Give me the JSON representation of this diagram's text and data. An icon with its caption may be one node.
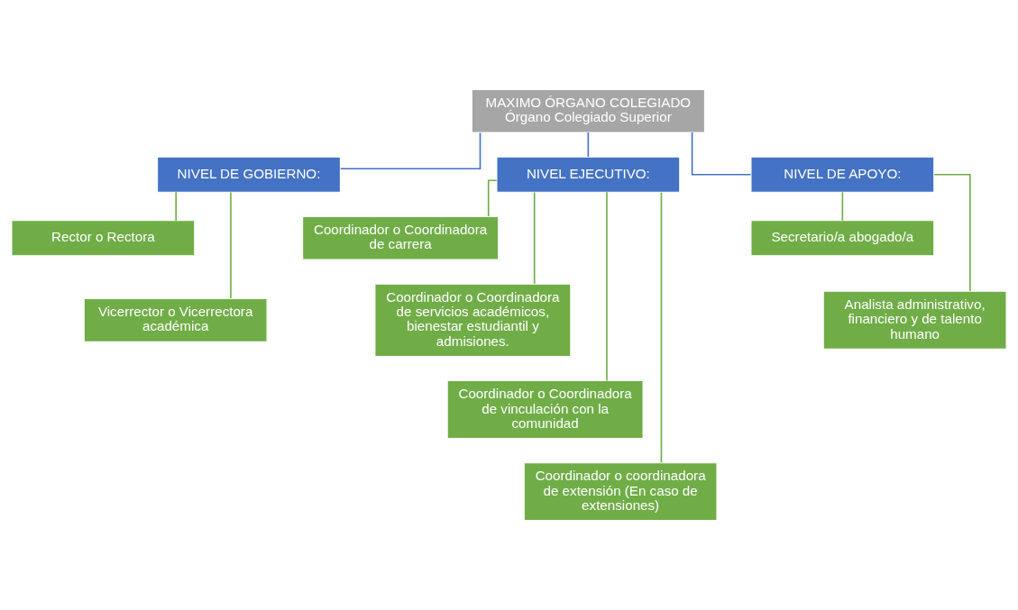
{
  "diagram": {
    "nodes": [
      {
        "text": [
          "MAXIMO ÓRGANO COLEGIADO",
          "Órgano Colegiado Superior"
        ]
      },
      {
        "text": [
          "NIVEL DE GOBIERNO:"
        ]
      },
      {
        "text": [
          "NIVEL EJECUTIVO:"
        ]
      },
      {
        "text": [
          "NIVEL DE APOYO:"
        ]
      },
      {
        "text": [
          "Rector o Rectora"
        ]
      },
      {
        "text": [
          "Vicerrector o Vicerrectora académica"
        ]
      },
      {
        "text": [
          "Coordinador o Coordinadora de carrera"
        ]
      },
      {
        "text": [
          "Coordinador o Coordinadora de servicios académicos, bienestar estudiantil y admisiones."
        ]
      },
      {
        "text": [
          "Coordinador o Coordinadora de vinculación con la comunidad"
        ]
      },
      {
        "text": [
          "Coordinador o coordinadora de extensión (En caso de extensiones)"
        ]
      },
      {
        "text": [
          "Secretario/a abogado/a"
        ]
      },
      {
        "text": [
          "Analista administrativo, financiero y de talento humano"
        ]
      }
    ],
    "edges": [
      {
        "from": 0,
        "to": 1,
        "arrow": "none",
        "color": "#4472c4"
      },
      {
        "from": 0,
        "to": 2,
        "arrow": "none",
        "color": "#4472c4"
      },
      {
        "from": 0,
        "to": 3,
        "arrow": "none",
        "color": "#4472c4"
      },
      {
        "from": 1,
        "to": 4,
        "arrow": "none"
      },
      {
        "from": 1,
        "to": 5,
        "arrow": "none"
      },
      {
        "from": 2,
        "to": 6,
        "arrow": "none"
      },
      {
        "from": 2,
        "to": 7,
        "arrow": "none"
      },
      {
        "from": 2,
        "to": 8,
        "arrow": "none"
      },
      {
        "from": 2,
        "to": 9,
        "arrow": "none"
      },
      {
        "from": 3,
        "to": 10,
        "arrow": "none"
      },
      {
        "from": 3,
        "to": 11,
        "arrow": "none"
      }
    ]
  }
}
